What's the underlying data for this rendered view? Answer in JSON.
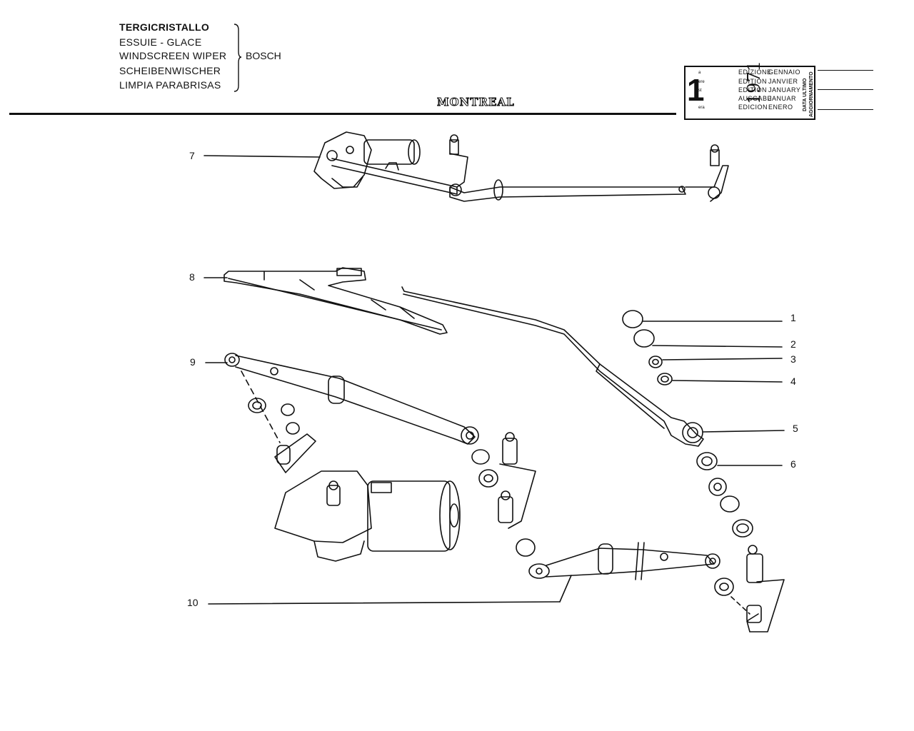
{
  "header": {
    "titles": [
      "TERGICRISTALLO",
      "ESSUIE - GLACE",
      "WINDSCREEN WIPER",
      "SCHEIBENWISCHER",
      "LIMPIA PARABRISAS"
    ],
    "supplier": "BOSCH",
    "model": "MONTREAL"
  },
  "edition_box": {
    "number": "1",
    "suffixes": [
      "a",
      "ere",
      "st",
      ".",
      "era"
    ],
    "edition_words": [
      "EDIZIONE",
      "EDITION",
      "EDITION",
      "AUSGABE",
      "EDICION"
    ],
    "year": "1971",
    "months": [
      "GENNAIO",
      "JANVIER",
      "JANUARY",
      "JANUAR",
      "ENERO"
    ],
    "update_label_1": "DATA ULTIMO",
    "update_label_2": "AGGIORNAMENTO"
  },
  "callouts": [
    {
      "label": "1"
    },
    {
      "label": "2"
    },
    {
      "label": "3"
    },
    {
      "label": "4"
    },
    {
      "label": "5"
    },
    {
      "label": "6"
    },
    {
      "label": "7"
    },
    {
      "label": "8"
    },
    {
      "label": "9"
    },
    {
      "label": "10"
    }
  ],
  "colors": {
    "ink": "#111111",
    "paper": "#ffffff"
  }
}
